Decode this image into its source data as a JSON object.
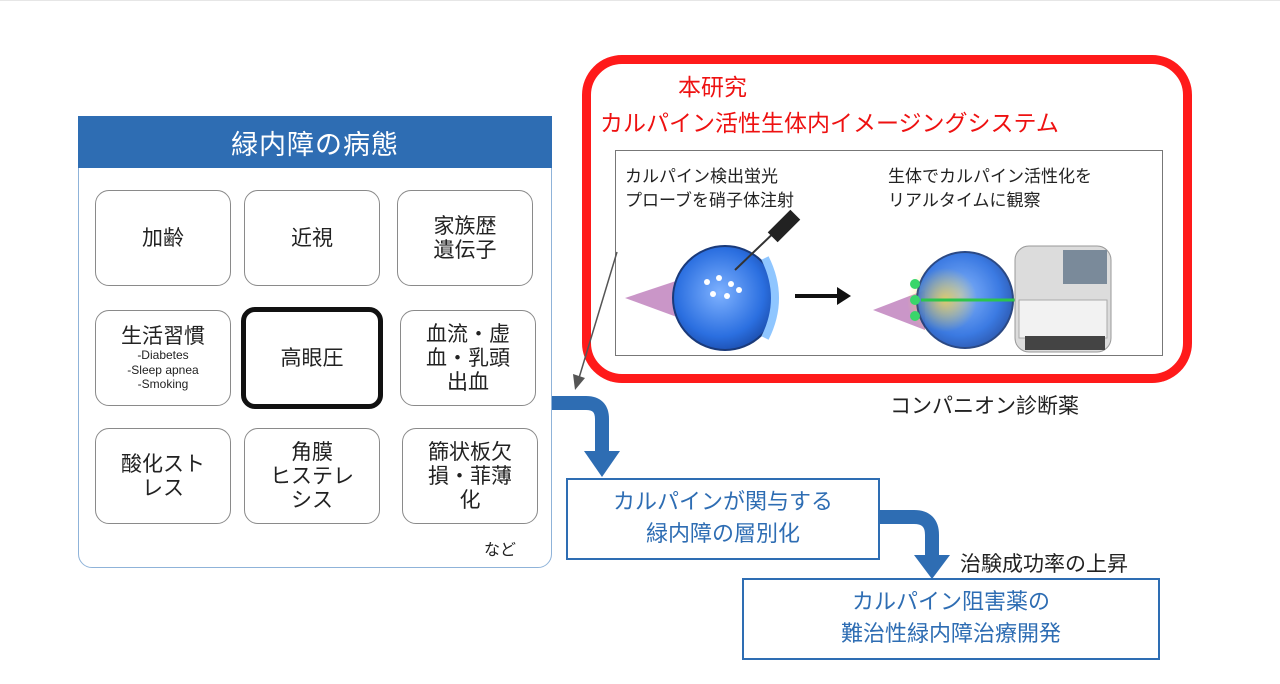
{
  "panel": {
    "title": "緑内障の病態",
    "cells": [
      {
        "lines": [
          "加齢"
        ]
      },
      {
        "lines": [
          "近視"
        ]
      },
      {
        "lines": [
          "家族歴",
          "遺伝子"
        ]
      },
      {
        "title": "生活習慣",
        "sub": [
          "-Diabetes",
          "-Sleep apnea",
          "-Smoking"
        ]
      },
      {
        "lines": [
          "高眼圧"
        ]
      },
      {
        "lines": [
          "血流・虚",
          "血・乳頭",
          "出血"
        ]
      },
      {
        "lines": [
          "酸化スト",
          "レス"
        ]
      },
      {
        "lines": [
          "角膜",
          "ヒステレ",
          "シス"
        ]
      },
      {
        "lines": [
          "篩状板欠",
          "損・菲薄",
          "化"
        ]
      }
    ],
    "etc": "など"
  },
  "research": {
    "title_line1": "本研究",
    "title_line2": "カルパイン活性生体内イメージングシステム",
    "left_caption": [
      "カルパイン検出蛍光",
      "プローブを硝子体注射"
    ],
    "right_caption": [
      "生体でカルパイン活性化を",
      "リアルタイムに観察"
    ]
  },
  "companion": "コンパニオン診断薬",
  "stratification": [
    "カルパインが関与する",
    "緑内障の層別化"
  ],
  "success": "治験成功率の上昇",
  "therapy": [
    "カルパイン阻害薬の",
    "難治性緑内障治療開発"
  ],
  "colors": {
    "accent_blue": "#2e6db3",
    "red": "#ff1a1a"
  }
}
